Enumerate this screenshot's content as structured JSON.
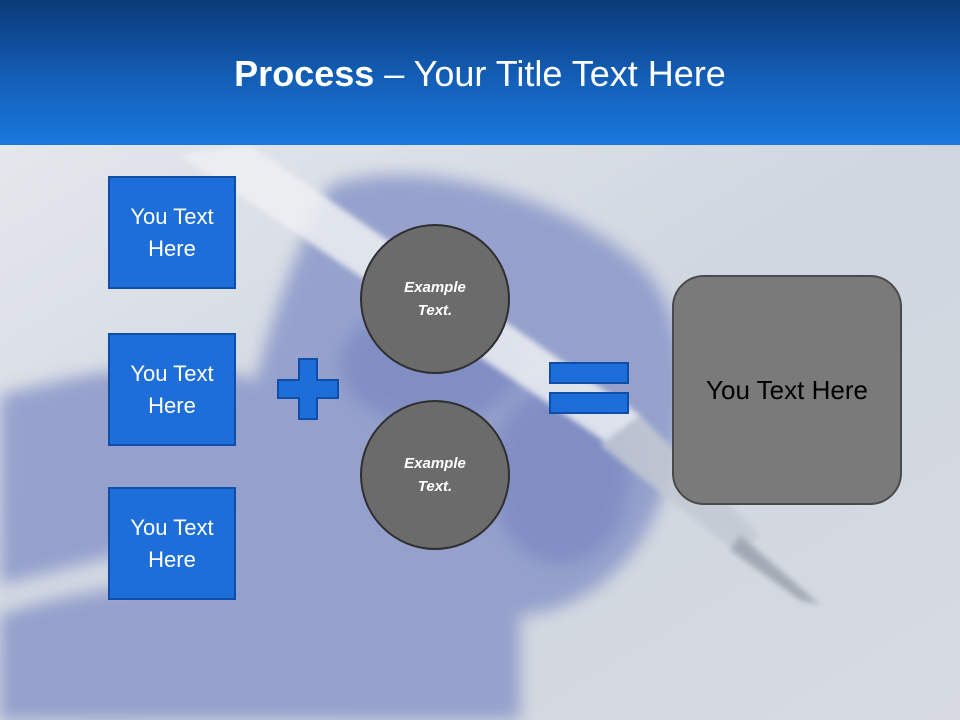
{
  "slide": {
    "title_bold": "Process",
    "title_rest": " – Your Title Text Here"
  },
  "inputs": [
    {
      "text": "You Text Here"
    },
    {
      "text": "You Text Here"
    },
    {
      "text": "You Text Here"
    }
  ],
  "operands": [
    {
      "text": "Example Text."
    },
    {
      "text": "Example Text."
    }
  ],
  "result": {
    "text": "You Text Here"
  },
  "icons": {
    "plus": "plus-icon",
    "equals": "equals-icon"
  },
  "colors": {
    "header_dark": "#0b3a78",
    "header_light": "#1a78dd",
    "box_blue": "#1d6ed8",
    "circle_gray": "#6b6b6b",
    "result_gray": "#7a7a7a"
  }
}
